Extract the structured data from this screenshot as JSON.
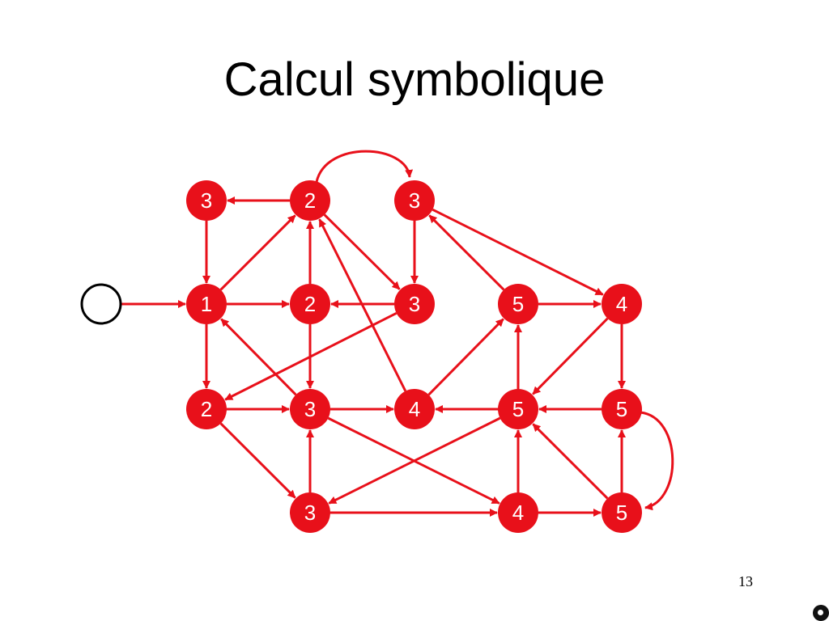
{
  "slide": {
    "title": "Calcul symbolique",
    "page_number": "13"
  },
  "colors": {
    "node_fill": "#e8101a",
    "edge": "#e8101a",
    "node_text": "#ffffff",
    "initial_stroke": "#000000",
    "title": "#000000"
  },
  "graph": {
    "initial_node": "init",
    "nodes": [
      {
        "id": "a",
        "label": "3"
      },
      {
        "id": "b",
        "label": "2"
      },
      {
        "id": "c",
        "label": "3"
      },
      {
        "id": "d",
        "label": "1"
      },
      {
        "id": "e",
        "label": "2"
      },
      {
        "id": "f",
        "label": "3"
      },
      {
        "id": "g",
        "label": "5"
      },
      {
        "id": "h",
        "label": "4"
      },
      {
        "id": "i",
        "label": "2"
      },
      {
        "id": "j",
        "label": "3"
      },
      {
        "id": "k",
        "label": "4"
      },
      {
        "id": "l",
        "label": "5"
      },
      {
        "id": "m",
        "label": "5"
      },
      {
        "id": "n",
        "label": "3"
      },
      {
        "id": "o",
        "label": "4"
      },
      {
        "id": "p",
        "label": "5"
      }
    ],
    "edges": [
      {
        "from": "init",
        "to": "d"
      },
      {
        "from": "b",
        "to": "a"
      },
      {
        "from": "a",
        "to": "d"
      },
      {
        "from": "d",
        "to": "b"
      },
      {
        "from": "e",
        "to": "b"
      },
      {
        "from": "b",
        "to": "f"
      },
      {
        "from": "b",
        "to": "c",
        "curved": true
      },
      {
        "from": "c",
        "to": "f"
      },
      {
        "from": "c",
        "to": "h"
      },
      {
        "from": "k",
        "to": "b"
      },
      {
        "from": "g",
        "to": "c"
      },
      {
        "from": "d",
        "to": "e"
      },
      {
        "from": "f",
        "to": "e"
      },
      {
        "from": "d",
        "to": "i"
      },
      {
        "from": "e",
        "to": "j"
      },
      {
        "from": "f",
        "to": "i"
      },
      {
        "from": "j",
        "to": "d"
      },
      {
        "from": "g",
        "to": "h"
      },
      {
        "from": "h",
        "to": "l"
      },
      {
        "from": "h",
        "to": "m"
      },
      {
        "from": "i",
        "to": "j"
      },
      {
        "from": "j",
        "to": "k"
      },
      {
        "from": "l",
        "to": "k"
      },
      {
        "from": "m",
        "to": "l"
      },
      {
        "from": "k",
        "to": "g"
      },
      {
        "from": "l",
        "to": "g"
      },
      {
        "from": "i",
        "to": "n"
      },
      {
        "from": "n",
        "to": "j"
      },
      {
        "from": "j",
        "to": "o"
      },
      {
        "from": "l",
        "to": "n"
      },
      {
        "from": "o",
        "to": "l"
      },
      {
        "from": "p",
        "to": "l"
      },
      {
        "from": "p",
        "to": "m"
      },
      {
        "from": "m",
        "to": "p",
        "curved": true
      },
      {
        "from": "n",
        "to": "o"
      },
      {
        "from": "o",
        "to": "p"
      }
    ]
  }
}
